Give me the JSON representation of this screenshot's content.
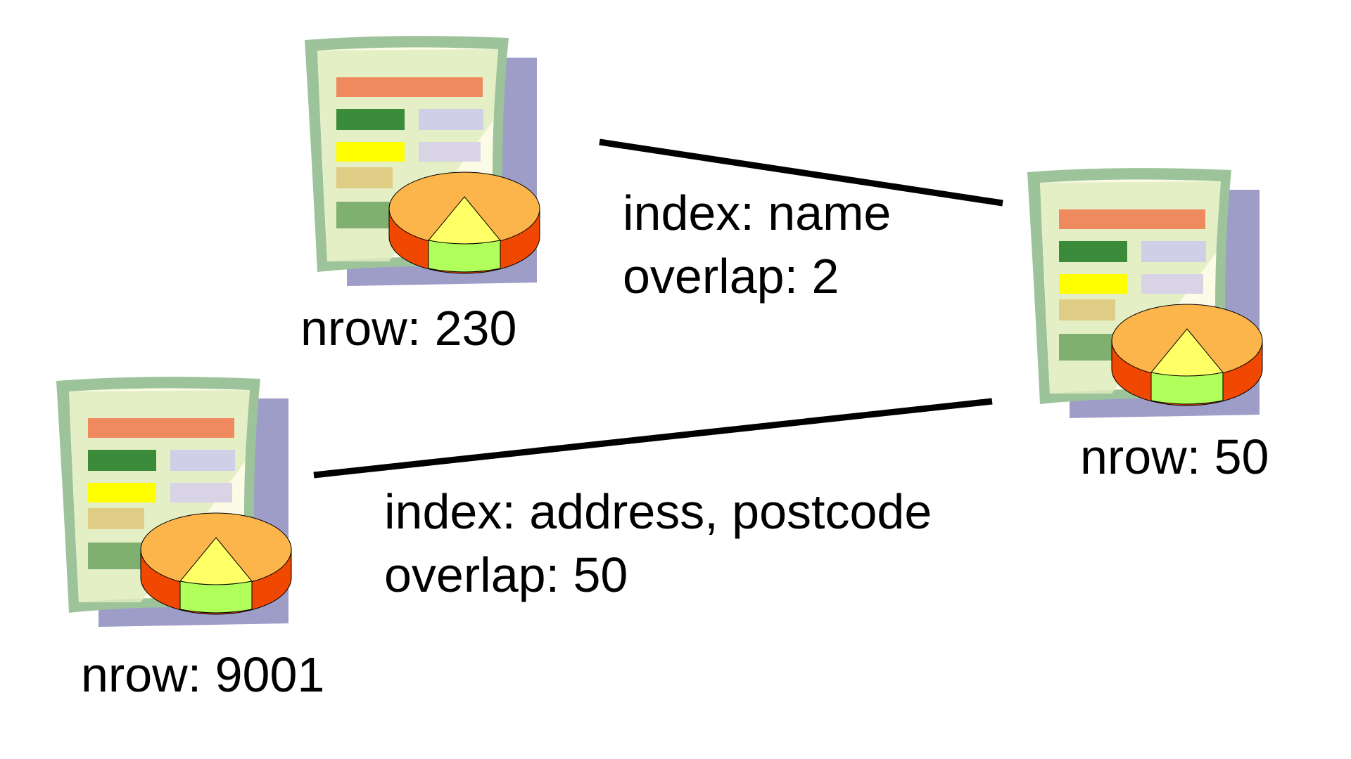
{
  "nodes": {
    "table_a": {
      "icon": "spreadsheet-chart-icon",
      "nrow_label": "nrow: 230"
    },
    "table_b": {
      "icon": "spreadsheet-chart-icon",
      "nrow_label": "nrow: 50"
    },
    "table_c": {
      "icon": "spreadsheet-chart-icon",
      "nrow_label": "nrow: 9001"
    }
  },
  "edges": {
    "a_to_b": {
      "index_label": "index: name",
      "overlap_label": "overlap: 2"
    },
    "c_to_b": {
      "index_label": "index: address, postcode",
      "overlap_label": "overlap: 50"
    }
  },
  "colors": {
    "edge_line": "#000000",
    "doc_frame": "#9dc39a",
    "doc_paper": "#fbfbe6",
    "doc_shade": "#e0ecc0",
    "doc_shadow": "#9d9dc8",
    "row_header": "#ef8a5e",
    "row_green": "#3a8c3a",
    "row_yellow": "#ffff00",
    "row_tan": "#dfcd86",
    "row_mossgreen": "#80b070",
    "cell_lavender": "#cfcfe8",
    "pie_top": "#fbb54a",
    "pie_side": "#f04800",
    "pie_slice_top": "#ffff66",
    "pie_slice_side": "#b0ff5a"
  }
}
